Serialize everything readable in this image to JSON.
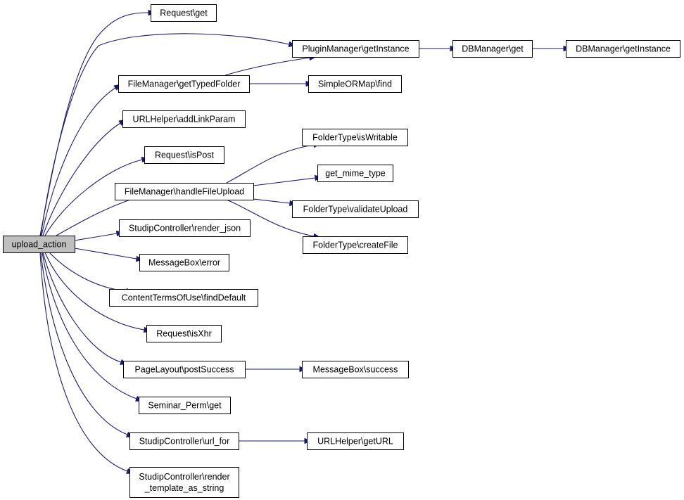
{
  "graph": {
    "root": "upload_action",
    "nodes": [
      {
        "id": "upload_action",
        "label": [
          "upload_action"
        ],
        "root": true
      },
      {
        "id": "request_get",
        "label": [
          "Request\\get"
        ]
      },
      {
        "id": "plugin_getinstance",
        "label": [
          "PluginManager\\getInstance"
        ]
      },
      {
        "id": "db_get",
        "label": [
          "DBManager\\get"
        ]
      },
      {
        "id": "db_getinstance",
        "label": [
          "DBManager\\getInstance"
        ]
      },
      {
        "id": "fm_gettypedfolder",
        "label": [
          "FileManager\\getTypedFolder"
        ]
      },
      {
        "id": "simpleormap_find",
        "label": [
          "SimpleORMap\\find"
        ]
      },
      {
        "id": "urlhelper_addlinkparam",
        "label": [
          "URLHelper\\addLinkParam"
        ]
      },
      {
        "id": "request_ispost",
        "label": [
          "Request\\isPost"
        ]
      },
      {
        "id": "foldertype_iswritable",
        "label": [
          "FolderType\\isWritable"
        ]
      },
      {
        "id": "get_mime_type",
        "label": [
          "get_mime_type"
        ]
      },
      {
        "id": "fm_handlefileupload",
        "label": [
          "FileManager\\handleFileUpload"
        ]
      },
      {
        "id": "foldertype_validateupload",
        "label": [
          "FolderType\\validateUpload"
        ]
      },
      {
        "id": "studip_render_json",
        "label": [
          "StudipController\\render_json"
        ]
      },
      {
        "id": "foldertype_createfile",
        "label": [
          "FolderType\\createFile"
        ]
      },
      {
        "id": "messagebox_error",
        "label": [
          "MessageBox\\error"
        ]
      },
      {
        "id": "contentterms_finddefault",
        "label": [
          "ContentTermsOfUse\\findDefault"
        ]
      },
      {
        "id": "request_isxhr",
        "label": [
          "Request\\isXhr"
        ]
      },
      {
        "id": "pagelayout_postsuccess",
        "label": [
          "PageLayout\\postSuccess"
        ]
      },
      {
        "id": "messagebox_success",
        "label": [
          "MessageBox\\success"
        ]
      },
      {
        "id": "seminar_perm_get",
        "label": [
          "Seminar_Perm\\get"
        ]
      },
      {
        "id": "studip_url_for",
        "label": [
          "StudipController\\url_for"
        ]
      },
      {
        "id": "urlhelper_geturl",
        "label": [
          "URLHelper\\getURL"
        ]
      },
      {
        "id": "studip_render_template",
        "label": [
          "StudipController\\render",
          "_template_as_string"
        ]
      }
    ],
    "edges": [
      [
        "upload_action",
        "request_get"
      ],
      [
        "upload_action",
        "plugin_getinstance"
      ],
      [
        "upload_action",
        "fm_gettypedfolder"
      ],
      [
        "upload_action",
        "urlhelper_addlinkparam"
      ],
      [
        "upload_action",
        "request_ispost"
      ],
      [
        "upload_action",
        "fm_handlefileupload"
      ],
      [
        "upload_action",
        "studip_render_json"
      ],
      [
        "upload_action",
        "messagebox_error"
      ],
      [
        "upload_action",
        "contentterms_finddefault"
      ],
      [
        "upload_action",
        "request_isxhr"
      ],
      [
        "upload_action",
        "pagelayout_postsuccess"
      ],
      [
        "upload_action",
        "seminar_perm_get"
      ],
      [
        "upload_action",
        "studip_url_for"
      ],
      [
        "upload_action",
        "studip_render_template"
      ],
      [
        "plugin_getinstance",
        "db_get"
      ],
      [
        "db_get",
        "db_getinstance"
      ],
      [
        "fm_gettypedfolder",
        "plugin_getinstance"
      ],
      [
        "fm_gettypedfolder",
        "simpleormap_find"
      ],
      [
        "fm_handlefileupload",
        "foldertype_iswritable"
      ],
      [
        "fm_handlefileupload",
        "get_mime_type"
      ],
      [
        "fm_handlefileupload",
        "foldertype_validateupload"
      ],
      [
        "fm_handlefileupload",
        "foldertype_createfile"
      ],
      [
        "pagelayout_postsuccess",
        "messagebox_success"
      ],
      [
        "studip_url_for",
        "urlhelper_geturl"
      ]
    ],
    "colors": {
      "edge": "#191970",
      "root_fill": "#bfbfbf",
      "node_fill": "#ffffff",
      "node_border": "#000000"
    }
  }
}
